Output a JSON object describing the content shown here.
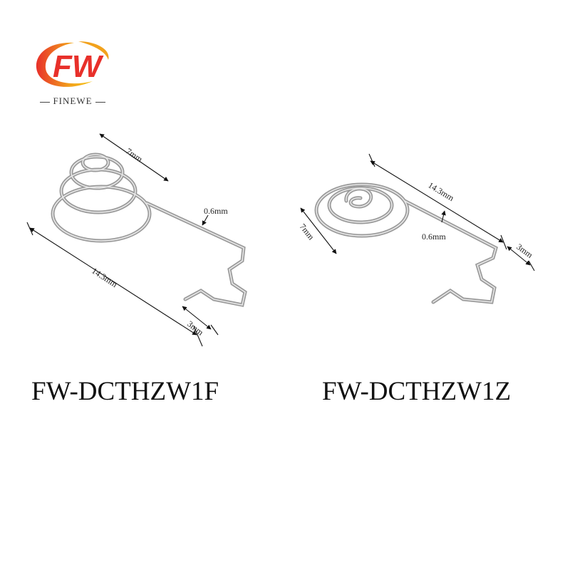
{
  "brand": {
    "logo_letters": "FW",
    "name": "FINEWE",
    "colors": {
      "red": "#e8302a",
      "orange": "#f2a21c",
      "yellow": "#f5c518"
    }
  },
  "products": [
    {
      "model": "FW-DCTHZW1F",
      "dimensions": {
        "top": "7mm",
        "wire": "0.6mm",
        "length": "14.3mm",
        "tail": "3mm"
      }
    },
    {
      "model": "FW-DCTHZW1Z",
      "dimensions": {
        "diameter": "7mm",
        "length": "14.3mm",
        "wire": "0.6mm",
        "tail": "3mm"
      }
    }
  ]
}
